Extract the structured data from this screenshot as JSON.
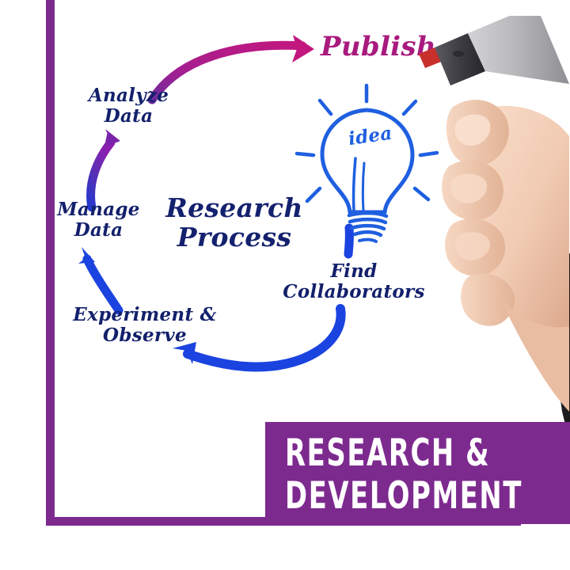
{
  "meta": {
    "title": "Research Process",
    "kind": "hand-drawn whiteboard cycle diagram"
  },
  "banner": {
    "line1": "RESEARCH &",
    "line2": "DEVELOPMENT",
    "background_color": "#7d2a8f",
    "text_color": "#ffffff"
  },
  "frame": {
    "color": "#7d2a8f"
  },
  "diagram": {
    "center_label_line1": "Research",
    "center_label_line2": "Process",
    "center_color": "#14216e",
    "bulb_word": "idea",
    "bulb_color": "#1f5fe0",
    "steps": [
      {
        "id": "publish",
        "label": "Publish",
        "color": "#a81a7e"
      },
      {
        "id": "analyze",
        "label_line1": "Analyze",
        "label_line2": "Data",
        "color": "#13206b"
      },
      {
        "id": "manage",
        "label_line1": "Manage",
        "label_line2": "Data",
        "color": "#13206b"
      },
      {
        "id": "experiment",
        "label_line1": "Experiment &",
        "label_line2": "Observe",
        "color": "#13206b"
      },
      {
        "id": "collaborators",
        "label_line1": "Find",
        "label_line2": "Collaborators",
        "color": "#13206b"
      }
    ],
    "arrows": [
      {
        "id": "analyze-to-publish",
        "from": "Analyze Data",
        "to": "Publish",
        "color_start": "#5b2d9b",
        "color_end": "#c2187e",
        "shape": "arc"
      },
      {
        "id": "manage-to-analyze",
        "from": "Manage Data",
        "to": "Analyze Data",
        "color_start": "#2a3fd6",
        "color_end": "#8a1fb0",
        "shape": "straight-up"
      },
      {
        "id": "experiment-to-manage",
        "from": "Experiment & Observe",
        "to": "Manage Data",
        "color_start": "#1b43e0",
        "color_end": "#1b43e0",
        "shape": "straight-up"
      },
      {
        "id": "collab-to-experiment",
        "from": "Find Collaborators",
        "to": "Experiment & Observe",
        "color_start": "#1b43e0",
        "color_end": "#1b43e0",
        "shape": "arc"
      },
      {
        "id": "bulb-to-collab",
        "from": "idea",
        "to": "Find Collaborators",
        "color_start": "#1b43e0",
        "color_end": "#1b43e0",
        "shape": "short-stroke"
      }
    ]
  },
  "photo": {
    "hand_description": "hand holding marker",
    "marker_body_color": "#b9b9bc",
    "marker_tip_color": "#c8302c",
    "marker_ferrule_color": "#3c3c42",
    "sleeve_color": "#2e2c2d",
    "skin_color": "#f3cfb8"
  }
}
